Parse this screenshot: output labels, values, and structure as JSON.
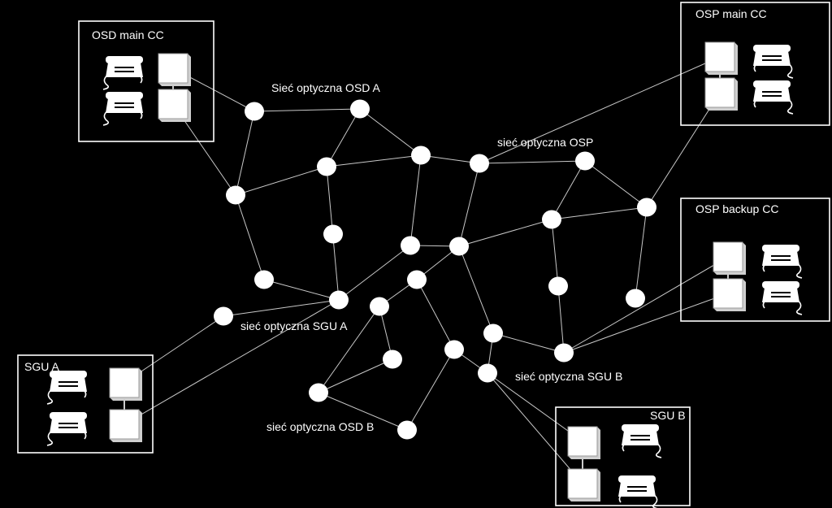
{
  "centers": {
    "osd_main": {
      "label": "OSD main CC"
    },
    "osp_main": {
      "label": "OSP main CC"
    },
    "osp_backup": {
      "label": "OSP backup CC"
    },
    "sgu_a": {
      "label": "SGU A"
    },
    "sgu_b": {
      "label": "SGU B"
    }
  },
  "network_labels": {
    "osd_a": "Sieć optyczna OSD A",
    "osp": "sieć optyczna OSP",
    "sgu_a": "sieć optyczna SGU A",
    "sgu_b": "sieć optyczna SGU B",
    "osd_b": "sieć optyczna OSD B"
  },
  "colors": {
    "background": "#000000",
    "foreground": "#ffffff",
    "links": "#c8c8c8"
  }
}
